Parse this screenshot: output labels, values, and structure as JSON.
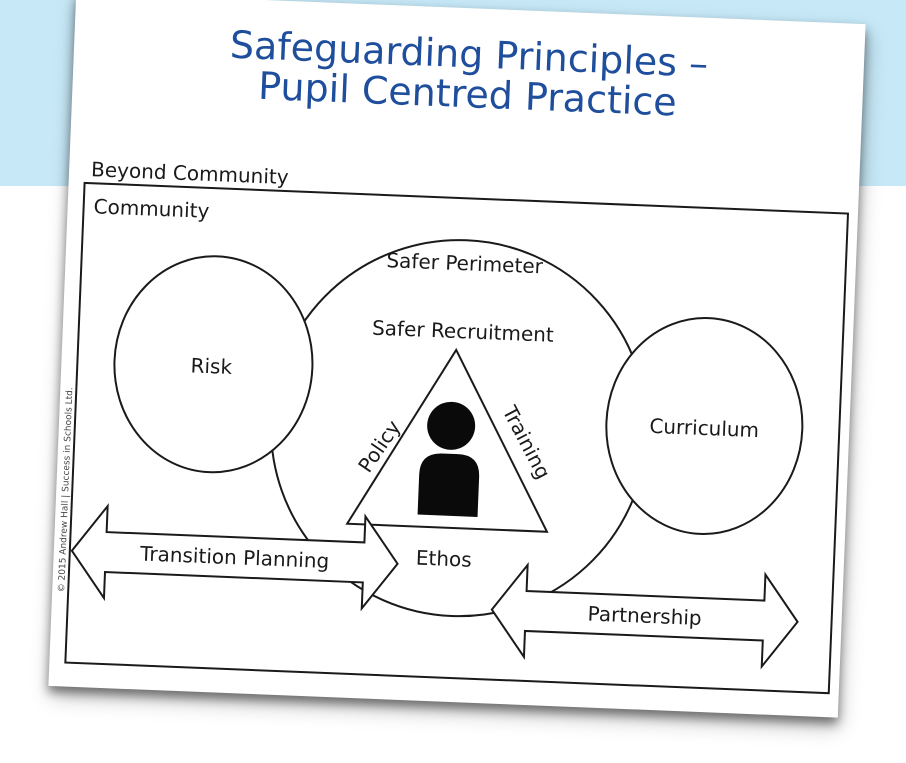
{
  "diagram": {
    "title_line1": "Safeguarding Principles –",
    "title_line2": "Pupil Centred Practice",
    "beyond_community": "Beyond Community",
    "community": "Community",
    "safer_perimeter": "Safer Perimeter",
    "safer_recruitment": "Safer Recruitment",
    "risk": "Risk",
    "curriculum": "Curriculum",
    "policy": "Policy",
    "training": "Training",
    "ethos": "Ethos",
    "transition_planning": "Transition Planning",
    "partnership": "Partnership",
    "copyright": "© 2015 Andrew Hall | Success in Schools Ltd."
  },
  "colors": {
    "band": "#c6e8f7",
    "title": "#1f4e9c",
    "line": "#1a1a1a",
    "pupil": "#0a0a0a"
  },
  "icons": {
    "pupil": "person-icon"
  }
}
